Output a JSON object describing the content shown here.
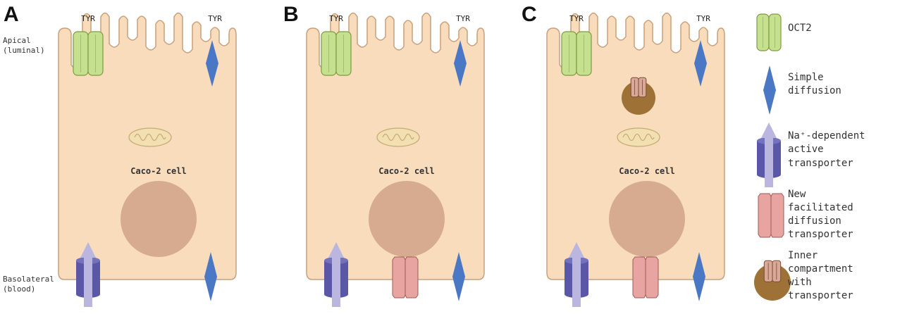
{
  "panels": [
    {
      "letter": "A",
      "cell_label": "Caco-2 cell",
      "tyr_left": "TYR",
      "tyr_right": "TYR"
    },
    {
      "letter": "B",
      "cell_label": "Caco-2 cell",
      "tyr_left": "TYR",
      "tyr_right": "TYR"
    },
    {
      "letter": "C",
      "cell_label": "Caco-2 cell",
      "tyr_left": "TYR",
      "tyr_right": "TYR"
    }
  ],
  "side_labels": {
    "apical_1": "Apical",
    "apical_2": "(luminal)",
    "basolateral_1": "Basolateral",
    "basolateral_2": "(blood)"
  },
  "legend": [
    {
      "key": "oct2",
      "lines": [
        "OCT2"
      ]
    },
    {
      "key": "simple",
      "lines": [
        "Simple",
        "diffusion"
      ]
    },
    {
      "key": "na",
      "lines": [
        "Na⁺-dependent",
        "active",
        "transporter"
      ]
    },
    {
      "key": "new",
      "lines": [
        "New",
        "facilitated",
        "diffusion",
        "transporter"
      ]
    },
    {
      "key": "inner",
      "lines": [
        "Inner",
        "compartment",
        "with",
        "transporter"
      ]
    }
  ],
  "colors": {
    "cell_fill": "#f8dcbc",
    "cell_stroke": "#c9a07c",
    "nucleus": "#d6ab8f",
    "mito_fill": "#f2dfb2",
    "mito_stroke": "#c7ab74",
    "oct2_fill": "#c5e18f",
    "oct2_stroke": "#7f9a40",
    "diffusion": "#4a78c4",
    "na_cylinder": "#5a58a6",
    "na_arrow": "#bab6df",
    "new_fill": "#e8a4a0",
    "new_stroke": "#9c5a56",
    "inner_ball": "#9e7237",
    "inner_trans": "#d8a898"
  }
}
